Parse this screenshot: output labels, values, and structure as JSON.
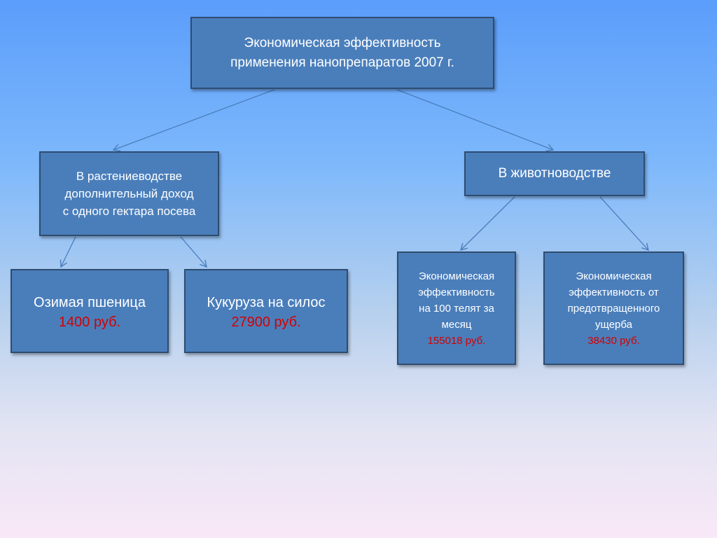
{
  "root": {
    "line1": "Экономическая эффективность",
    "line2": "применения нанопрепаратов 2007 г."
  },
  "plant": {
    "line1": "В растениеводстве",
    "line2": "дополнительный доход",
    "line3": "с одного гектара посева"
  },
  "animal": {
    "label": "В животноводстве"
  },
  "wheat": {
    "label": "Озимая пшеница",
    "value": "1400 руб."
  },
  "corn": {
    "label": "Кукуруза на силос",
    "value": "27900 руб."
  },
  "calves": {
    "line1": "Экономическая",
    "line2": "эффективность",
    "line3": "на 100 телят за",
    "line4": "месяц",
    "value": "155018 руб."
  },
  "damage": {
    "line1": "Экономическая",
    "line2": "эффективность от",
    "line3": "предотвращенного",
    "line4": "ущерба",
    "value": "38430 руб."
  },
  "colors": {
    "box_fill": "#4a7ebb",
    "box_border": "#2e4c70",
    "value_text": "#d40000",
    "connector": "#4a7ebb"
  }
}
